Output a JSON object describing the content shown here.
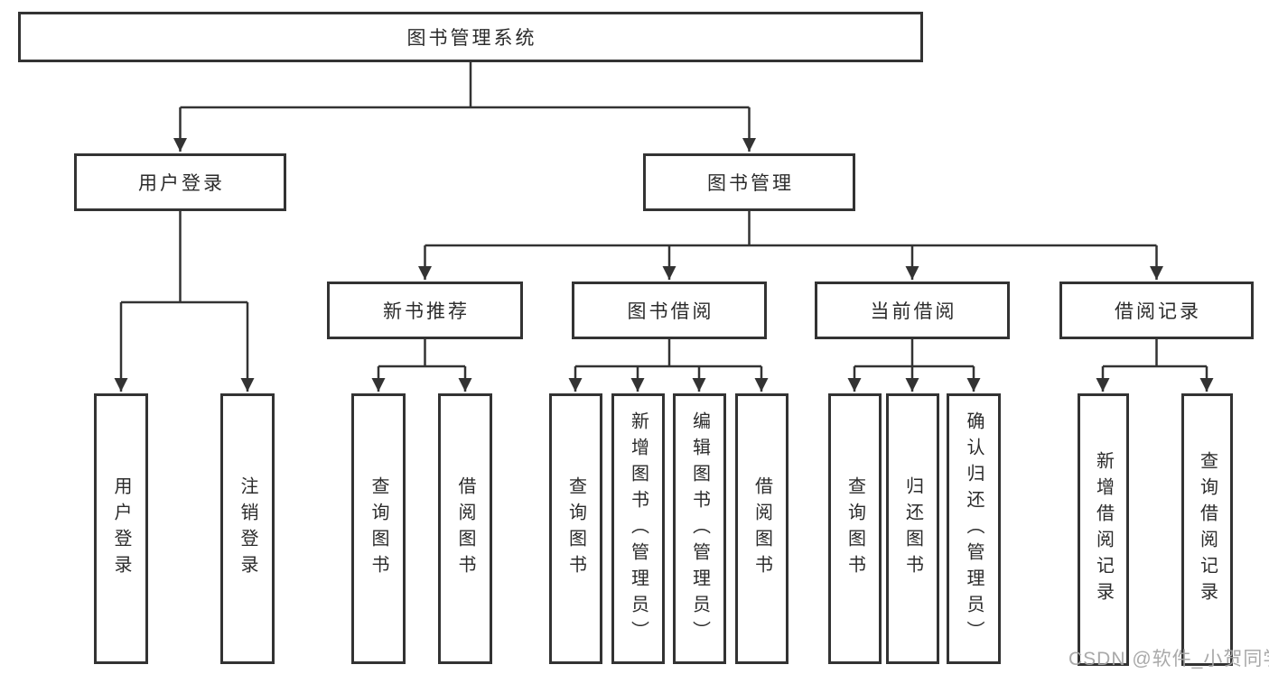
{
  "diagram": {
    "type": "tree",
    "root": {
      "label": "图书管理系统",
      "children": [
        {
          "label": "用户登录",
          "children": [
            {
              "label": "用户登录"
            },
            {
              "label": "注销登录"
            }
          ]
        },
        {
          "label": "图书管理",
          "children": [
            {
              "label": "新书推荐",
              "children": [
                {
                  "label": "查询图书"
                },
                {
                  "label": "借阅图书"
                }
              ]
            },
            {
              "label": "图书借阅",
              "children": [
                {
                  "label": "查询图书"
                },
                {
                  "label": "新增图书（管理员）"
                },
                {
                  "label": "编辑图书（管理员）"
                },
                {
                  "label": "借阅图书"
                }
              ]
            },
            {
              "label": "当前借阅",
              "children": [
                {
                  "label": "查询图书"
                },
                {
                  "label": "归还图书"
                },
                {
                  "label": "确认归还（管理员）"
                }
              ]
            },
            {
              "label": "借阅记录",
              "children": [
                {
                  "label": "新增借阅记录"
                },
                {
                  "label": "查询借阅记录"
                }
              ]
            }
          ]
        }
      ]
    }
  },
  "watermark": "CSDN @软件_小贺同学",
  "colors": {
    "line": "#333333",
    "box_border": "#333333",
    "text": "#2b2b2b",
    "watermark": "#a4a4a4",
    "background": "#ffffff"
  }
}
